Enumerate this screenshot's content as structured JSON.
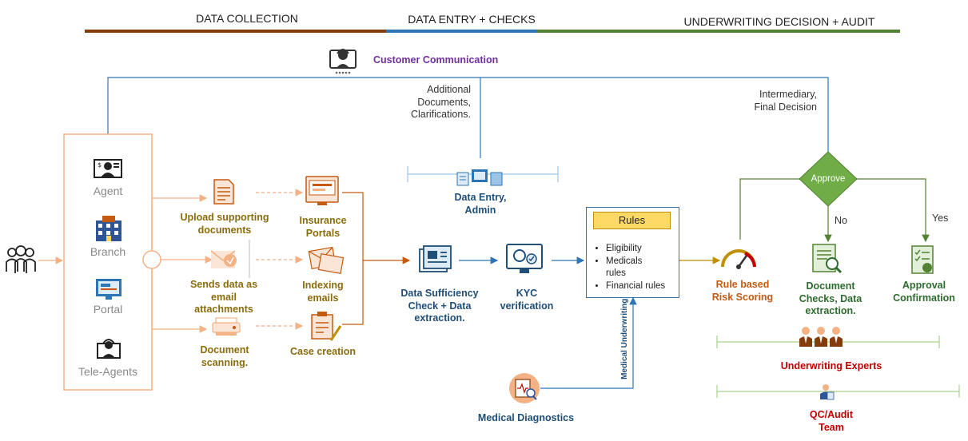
{
  "phases": [
    "DATA COLLECTION",
    "DATA ENTRY + CHECKS",
    "UNDERWRITING DECISION + AUDIT"
  ],
  "phase_colors": [
    "#843c0c",
    "#2e75b6",
    "#548235"
  ],
  "customer_communication": "Customer Communication",
  "channels": [
    "Agent",
    "Branch",
    "Portal",
    "Tele-Agents"
  ],
  "collection": {
    "upload": "Upload supporting documents",
    "email": "Sends data as email attachments",
    "scanning": "Document scanning.",
    "portals": "Insurance Portals",
    "indexing": "Indexing emails",
    "case": "Case creation"
  },
  "notes": {
    "additional": "Additional Documents, Clarifications.",
    "intermediary": "Intermediary, Final Decision"
  },
  "data_entry": "Data Entry, Admin",
  "sufficiency": "Data Sufficiency Check + Data extraction.",
  "kyc": "KYC verification",
  "rules": {
    "title": "Rules",
    "items": [
      "Eligibility",
      "Medicals rules",
      "Financial rules"
    ]
  },
  "medical_underwriting": "Medical Underwriting",
  "medical_diagnostics": "Medical Diagnostics",
  "risk_scoring": "Rule based Risk Scoring",
  "approve": "Approve",
  "no_label": "No",
  "yes_label": "Yes",
  "doc_checks": "Document Checks, Data extraction.",
  "approval_confirmation": "Approval Confirmation",
  "underwriting_experts": "Underwriting Experts",
  "qc_audit": "QC/Audit Team",
  "icons": [
    "customer-support-icon",
    "agent-icon",
    "branch-icon",
    "portal-icon",
    "tele-agent-icon",
    "customer-group-icon",
    "upload-document-icon",
    "email-attachment-icon",
    "scanner-icon",
    "portal-screen-icon",
    "indexing-email-icon",
    "case-creation-icon",
    "data-entry-icon",
    "sufficiency-check-icon",
    "kyc-icon",
    "risk-gauge-icon",
    "document-check-icon",
    "approval-icon",
    "experts-icon",
    "auditor-icon",
    "diagnostics-icon"
  ]
}
